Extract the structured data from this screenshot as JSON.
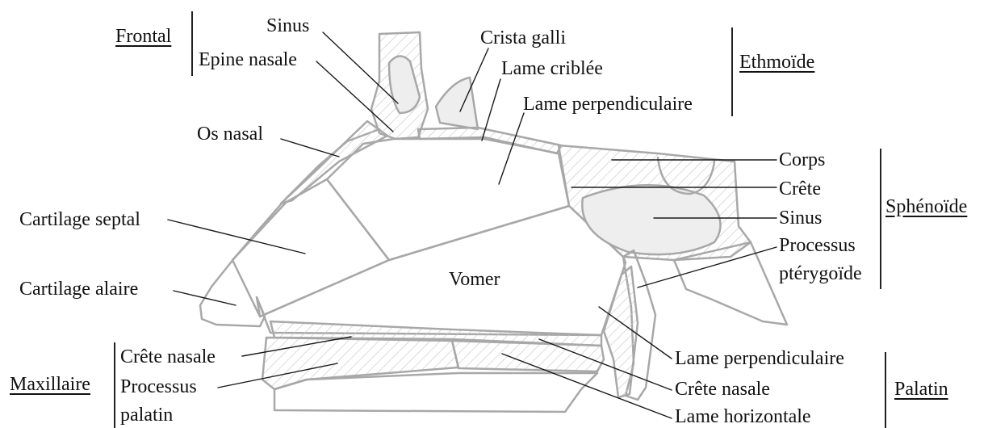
{
  "groups": {
    "frontal": "Frontal",
    "ethmoide": "Ethmoïde",
    "sphenoide": "Sphénoïde",
    "maxillaire": "Maxillaire",
    "palatin": "Palatin"
  },
  "labels": {
    "sinus_frontal": "Sinus",
    "epine_nasale": "Epine nasale",
    "crista_galli": "Crista galli",
    "lame_criblee": "Lame criblée",
    "lame_perpendiculaire_ethmoide": "Lame perpendiculaire",
    "os_nasal": "Os nasal",
    "corps": "Corps",
    "crete_sphenoide": "Crête",
    "sinus_sphenoide": "Sinus",
    "processus": "Processus",
    "pterygoide": "ptérygoïde",
    "cartilage_septal": "Cartilage septal",
    "vomer": "Vomer",
    "cartilage_alaire": "Cartilage alaire",
    "crete_nasale_maxillaire": "Crête nasale",
    "processus_maxillaire": "Processus",
    "palatin_maxillaire": "palatin",
    "lame_perpendiculaire_palatin": "Lame perpendiculaire",
    "crete_nasale_palatin": "Crête nasale",
    "lame_horizontale": "Lame horizontale"
  },
  "colors": {
    "outline": "#a9a9a9",
    "leader": "#1a1a1a",
    "hatch": "#c4c4c4"
  }
}
